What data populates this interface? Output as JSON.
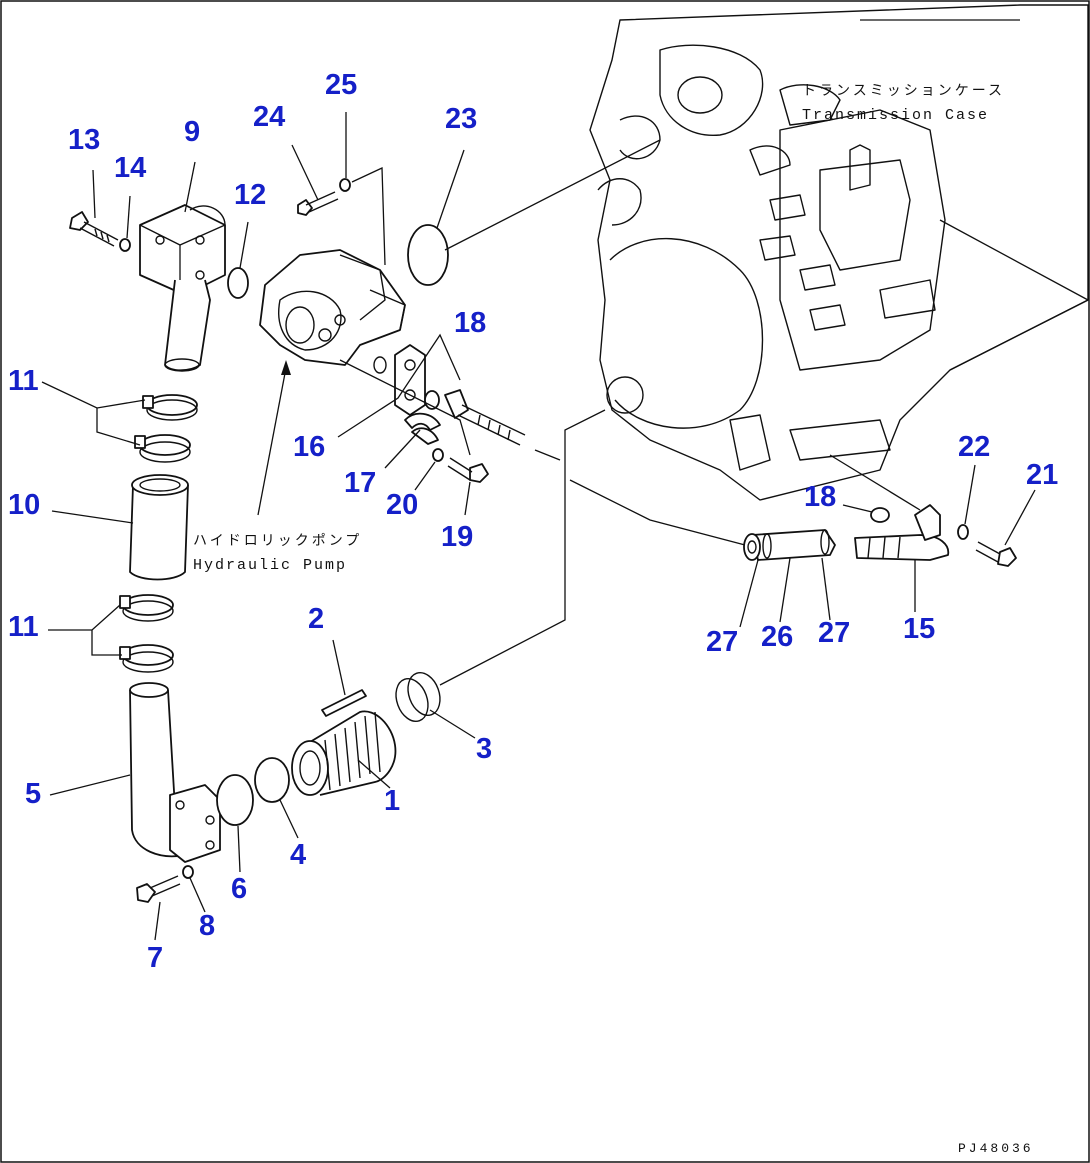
{
  "diagram": {
    "drawing_code": "PJ48036",
    "captions": {
      "transmission_case_jp": "トランスミッションケース",
      "transmission_case_en": "Transmission Case",
      "hydraulic_pump_jp": "ハイドロリックポンプ",
      "hydraulic_pump_en": "Hydraulic Pump"
    },
    "part_labels": {
      "p1": "1",
      "p2": "2",
      "p3": "3",
      "p4": "4",
      "p5": "5",
      "p6": "6",
      "p7": "7",
      "p8": "8",
      "p9": "9",
      "p10": "10",
      "p11a": "11",
      "p11b": "11",
      "p12": "12",
      "p13": "13",
      "p14": "14",
      "p15": "15",
      "p16": "16",
      "p17": "17",
      "p18a": "18",
      "p18b": "18",
      "p19": "19",
      "p20": "20",
      "p21": "21",
      "p22": "22",
      "p23": "23",
      "p24": "24",
      "p25": "25",
      "p26": "26",
      "p27a": "27",
      "p27b": "27"
    },
    "colors": {
      "label": "#1520c8",
      "line": "#111111",
      "background": "#ffffff"
    }
  }
}
